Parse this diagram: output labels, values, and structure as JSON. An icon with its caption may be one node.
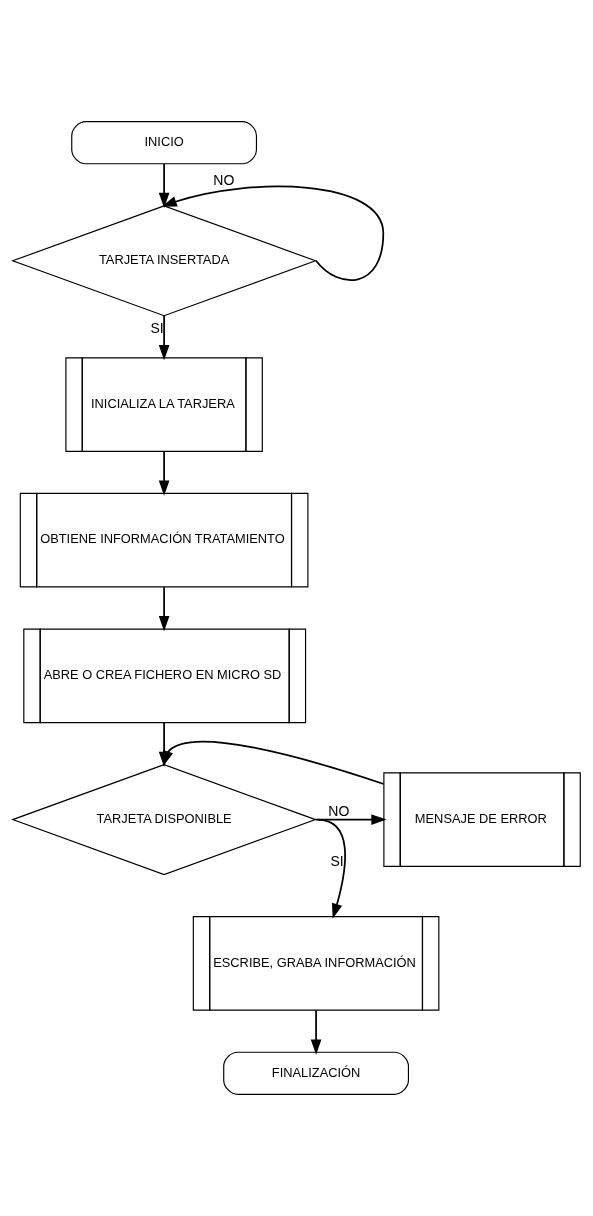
{
  "diagram": {
    "nodes": [
      {
        "text": [
          "INICIO"
        ]
      },
      {
        "text": [
          "TARJETA INSERTADA"
        ]
      },
      {
        "text": [
          "INICIALIZA LA TARJERA"
        ]
      },
      {
        "text": [
          "OBTIENE INFORMACIÓN TRATAMIENTO"
        ]
      },
      {
        "text": [
          "ABRE O CREA FICHERO EN MICRO SD"
        ]
      },
      {
        "text": [
          "TARJETA DISPONIBLE"
        ]
      },
      {
        "text": [
          "MENSAJE DE ERROR"
        ]
      },
      {
        "text": [
          "ESCRIBE, GRABA INFORMACIÓN"
        ]
      },
      {
        "text": [
          "FINALIZACIÓN"
        ]
      }
    ],
    "edges": [
      {
        "from": 0,
        "to": 1,
        "arrow": "to"
      },
      {
        "from": 1,
        "to": 1,
        "arrow": "to",
        "label": "NO"
      },
      {
        "from": 1,
        "to": 2,
        "arrow": "to",
        "label": "SI"
      },
      {
        "from": 2,
        "to": 3,
        "arrow": "to"
      },
      {
        "from": 3,
        "to": 4,
        "arrow": "to"
      },
      {
        "from": 4,
        "to": 5,
        "arrow": "to"
      },
      {
        "from": 5,
        "to": 6,
        "arrow": "to",
        "label": "NO"
      },
      {
        "from": 6,
        "to": 5,
        "arrow": "to"
      },
      {
        "from": 5,
        "to": 7,
        "arrow": "to",
        "label": "SI"
      },
      {
        "from": 7,
        "to": 8,
        "arrow": "to"
      }
    ]
  }
}
